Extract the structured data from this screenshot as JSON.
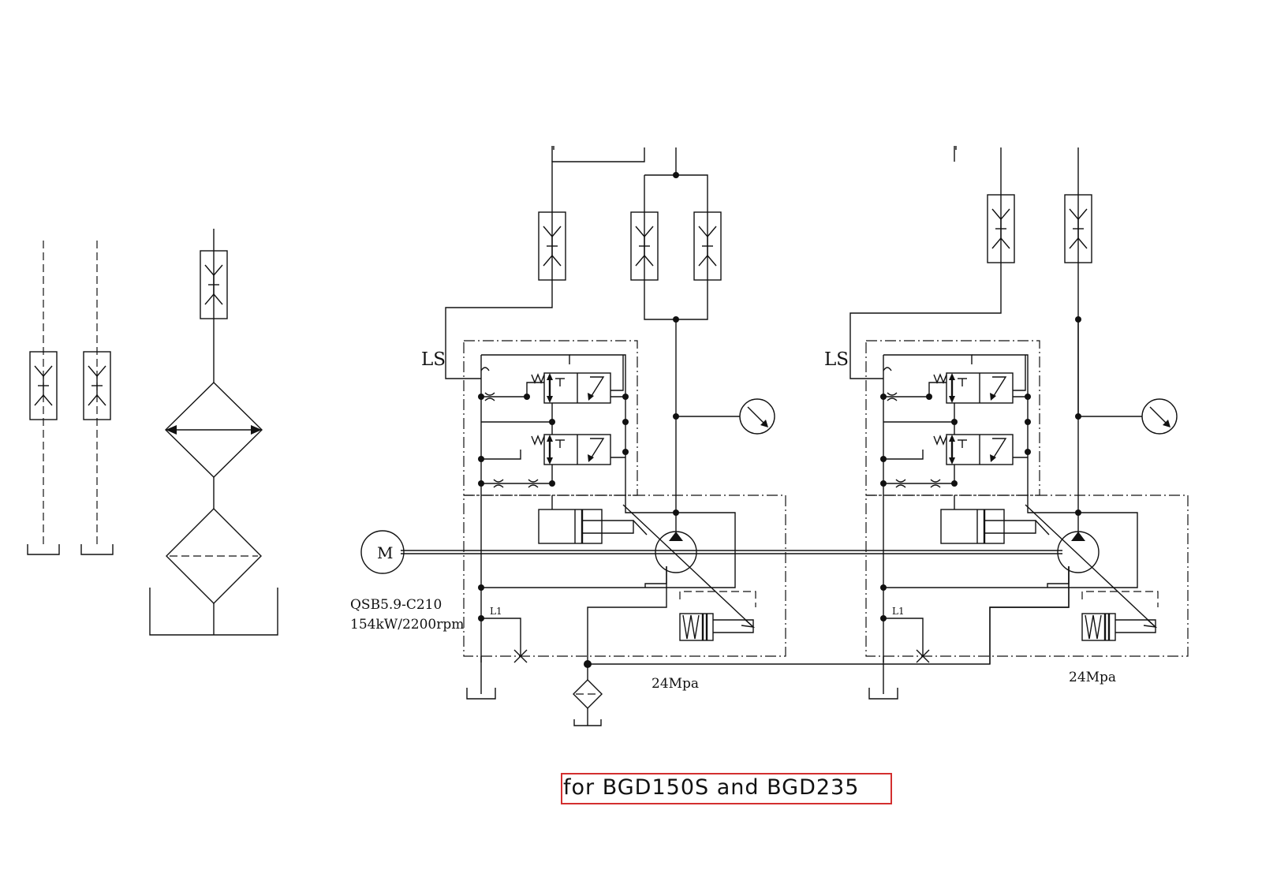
{
  "caption": "for BGD150S and BGD235",
  "labels": {
    "ls_left": "LS",
    "ls_right": "LS",
    "motor": "M",
    "engine_model": "QSB5.9-C210",
    "engine_rating": "154kW/2200rpm",
    "l1_left": "L1",
    "l1_right": "L1",
    "pressure_left": "24Mpa",
    "pressure_right": "24Mpa"
  },
  "colors": {
    "line": "#111111",
    "caption_border": "#d32f2f",
    "background": "#ffffff"
  }
}
